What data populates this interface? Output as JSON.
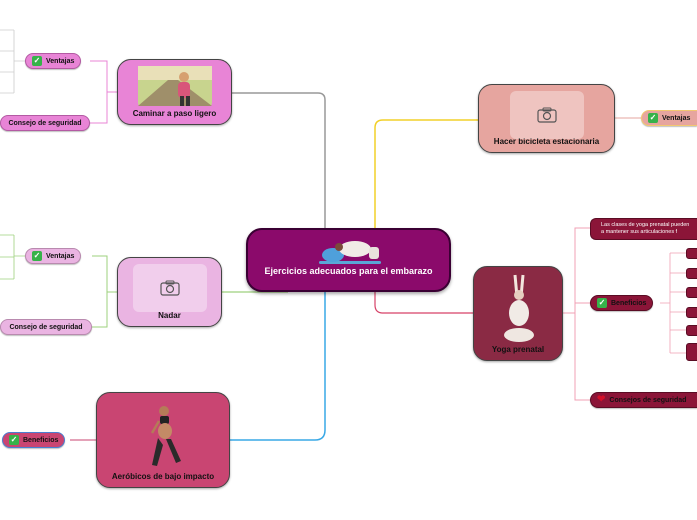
{
  "central": {
    "label": "Ejercicios adecuados para el embarazo"
  },
  "nodes": {
    "caminar": {
      "label": "Caminar a paso ligero",
      "ventajas": "Ventajas",
      "consejo": "Consejo de seguridad"
    },
    "nadar": {
      "label": "Nadar",
      "ventajas": "Ventajas",
      "consejo": "Consejo de seguridad"
    },
    "aerobicos": {
      "label": "Aeróbicos de bajo impacto",
      "beneficios": "Beneficios"
    },
    "bicicleta": {
      "label": "Hacer bicicleta estacionaria",
      "ventajas": "Ventajas"
    },
    "yoga": {
      "label": "Yoga prenatal",
      "beneficios": "Beneficios",
      "consejos": "Consejos de seguridad",
      "note_line1": "Las clases de yoga prenatal pueden",
      "note_line2": "a mantener sus articulaciones f"
    }
  },
  "icons": {
    "check": "check-icon",
    "heart": "heart-icon",
    "camera": "camera-icon"
  },
  "colors": {
    "central": "#8b0a6b",
    "caminar": "#e884d6",
    "nadar": "#eab4e2",
    "aerobicos": "#c94572",
    "bicicleta": "#e6a59f",
    "yoga": "#8a2a44",
    "branch_gray": "#999999",
    "branch_green": "#9ed17d",
    "branch_blue": "#38a8e6",
    "branch_yellow": "#f2d028",
    "branch_red": "#d64268"
  }
}
